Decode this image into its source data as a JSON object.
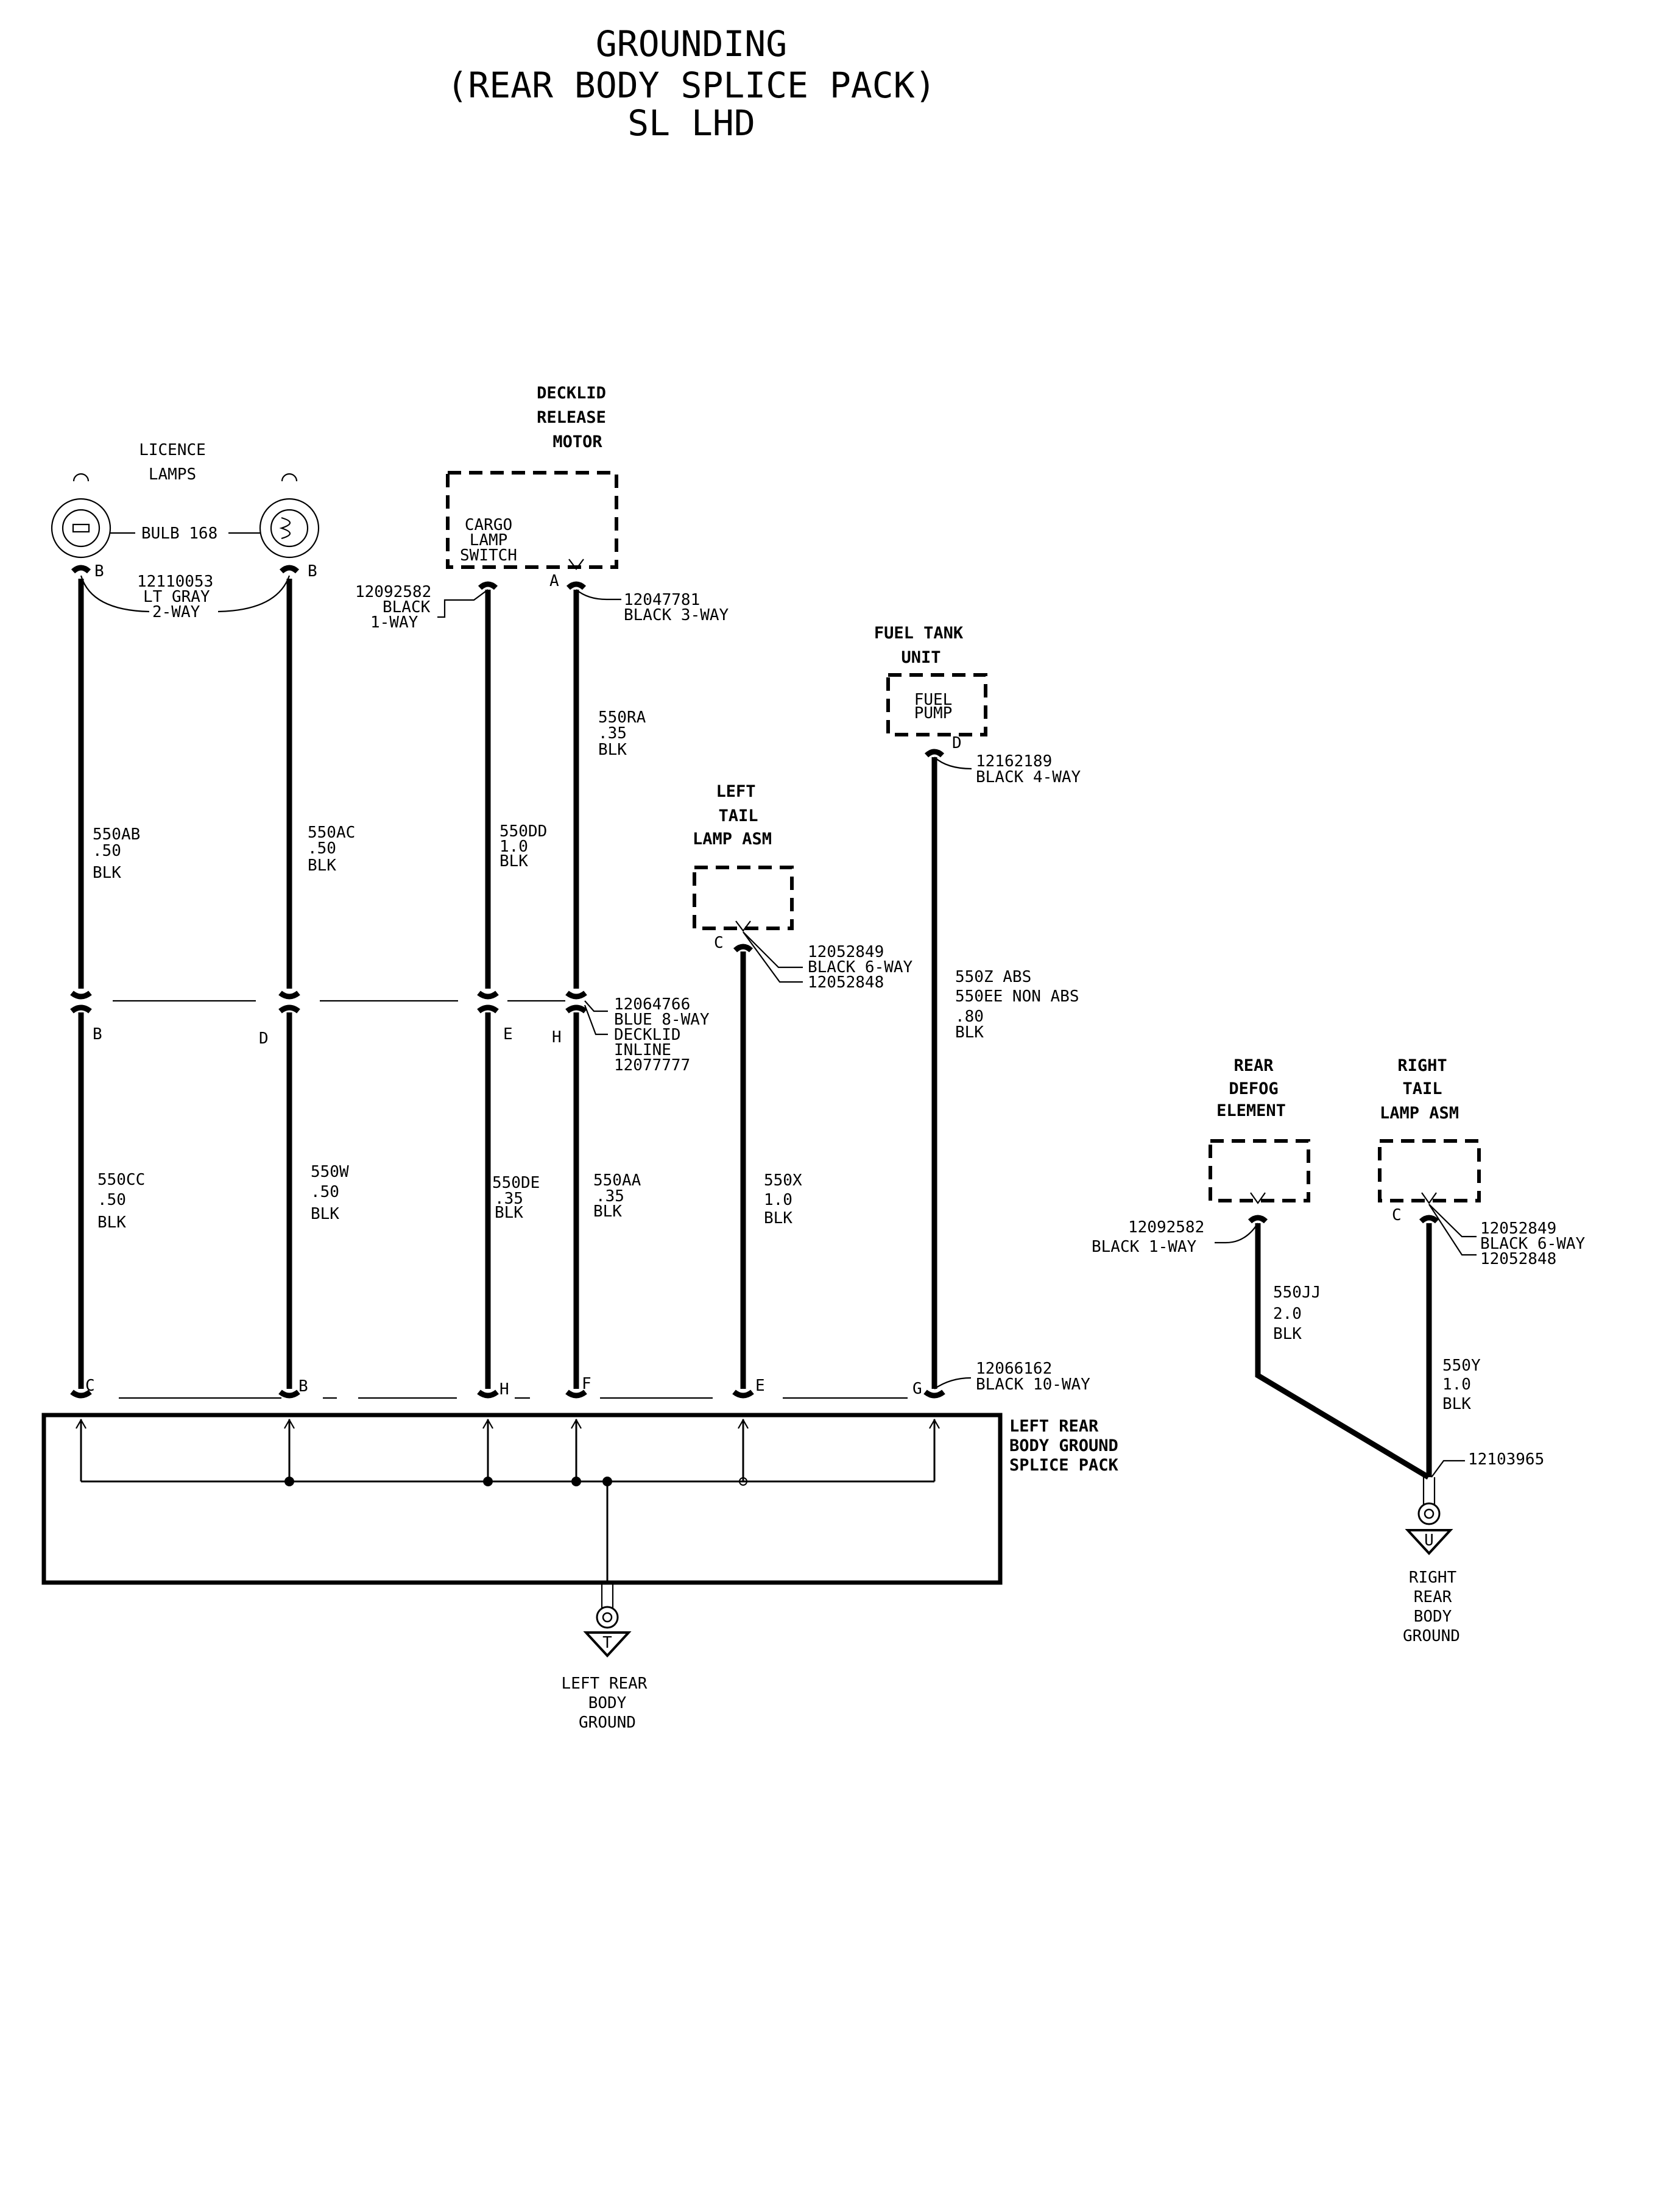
{
  "title": {
    "line1": "GROUNDING",
    "line2": "(REAR BODY SPLICE PACK)",
    "line3": "SL LHD"
  },
  "components": {
    "licence_lamps": {
      "line1": "LICENCE",
      "line2": "LAMPS",
      "bulb": "BULB 168"
    },
    "licence_conn": {
      "part": "12110053",
      "color": "LT GRAY",
      "type": "2-WAY"
    },
    "decklid": {
      "line1": "DECKLID",
      "line2": "RELEASE",
      "line3": "MOTOR",
      "inner1": "CARGO",
      "inner2": "LAMP",
      "inner3": "SWITCH"
    },
    "cargo_conn": {
      "part": "12092582",
      "color": "BLACK",
      "type": "1-WAY"
    },
    "motor_conn": {
      "part": "12047781",
      "desc": "BLACK 3-WAY"
    },
    "fuel_tank": {
      "line1": "FUEL TANK",
      "line2": "UNIT",
      "inner1": "FUEL",
      "inner2": "PUMP"
    },
    "fuel_conn": {
      "part": "12162189",
      "desc": "BLACK 4-WAY"
    },
    "left_tail": {
      "line1": "LEFT",
      "line2": "TAIL",
      "line3": "LAMP ASM"
    },
    "left_tail_conn": {
      "part": "12052849",
      "desc": "BLACK 6-WAY",
      "part2": "12052848"
    },
    "inline_conn": {
      "part": "12064766",
      "desc": "BLUE 8-WAY",
      "name1": "DECKLID",
      "name2": "INLINE",
      "part2": "12077777"
    },
    "splice_conn": {
      "part": "12066162",
      "desc": "BLACK 10-WAY"
    },
    "splice_pack": {
      "line1": "LEFT REAR",
      "line2": "BODY GROUND",
      "line3": "SPLICE PACK"
    },
    "left_ground": {
      "letter": "T",
      "line1": "LEFT REAR",
      "line2": "BODY",
      "line3": "GROUND"
    },
    "rear_defog": {
      "line1": "REAR",
      "line2": "DEFOG",
      "line3": "ELEMENT"
    },
    "defog_conn": {
      "part": "12092582",
      "desc": "BLACK 1-WAY"
    },
    "right_tail": {
      "line1": "RIGHT",
      "line2": "TAIL",
      "line3": "LAMP ASM"
    },
    "right_tail_conn": {
      "part": "12052849",
      "desc": "BLACK 6-WAY",
      "part2": "12052848"
    },
    "right_ground": {
      "part": "12103965",
      "letter": "U",
      "line1": "RIGHT",
      "line2": "REAR",
      "line3": "BODY",
      "line4": "GROUND"
    }
  },
  "wires": {
    "w550AB": {
      "circuit": "550AB",
      "gauge": ".50",
      "color": "BLK"
    },
    "w550AC": {
      "circuit": "550AC",
      "gauge": ".50",
      "color": "BLK"
    },
    "w550DD": {
      "circuit": "550DD",
      "gauge": "1.0",
      "color": "BLK"
    },
    "w550RA": {
      "circuit": "550RA",
      "gauge": ".35",
      "color": "BLK"
    },
    "w550CC": {
      "circuit": "550CC",
      "gauge": ".50",
      "color": "BLK"
    },
    "w550W": {
      "circuit": "550W",
      "gauge": ".50",
      "color": "BLK"
    },
    "w550DE": {
      "circuit": "550DE",
      "gauge": ".35",
      "color": "BLK"
    },
    "w550AA": {
      "circuit": "550AA",
      "gauge": ".35",
      "color": "BLK"
    },
    "w550X": {
      "circuit": "550X",
      "gauge": "1.0",
      "color": "BLK"
    },
    "w550Z": {
      "circuit": "550Z ABS",
      "circuit2": "550EE NON ABS",
      "gauge": ".80",
      "color": "BLK"
    },
    "w550JJ": {
      "circuit": "550JJ",
      "gauge": "2.0",
      "color": "BLK"
    },
    "w550Y": {
      "circuit": "550Y",
      "gauge": "1.0",
      "color": "BLK"
    }
  },
  "pins": {
    "lamp1": "B",
    "lamp2": "B",
    "motor": "A",
    "fuel": "D",
    "left_tail": "C",
    "right_tail": "C",
    "inline_b": "B",
    "inline_d": "D",
    "inline_e": "E",
    "inline_h": "H",
    "splice_c": "C",
    "splice_b": "B",
    "splice_h": "H",
    "splice_f": "F",
    "splice_e": "E",
    "splice_g": "G"
  }
}
